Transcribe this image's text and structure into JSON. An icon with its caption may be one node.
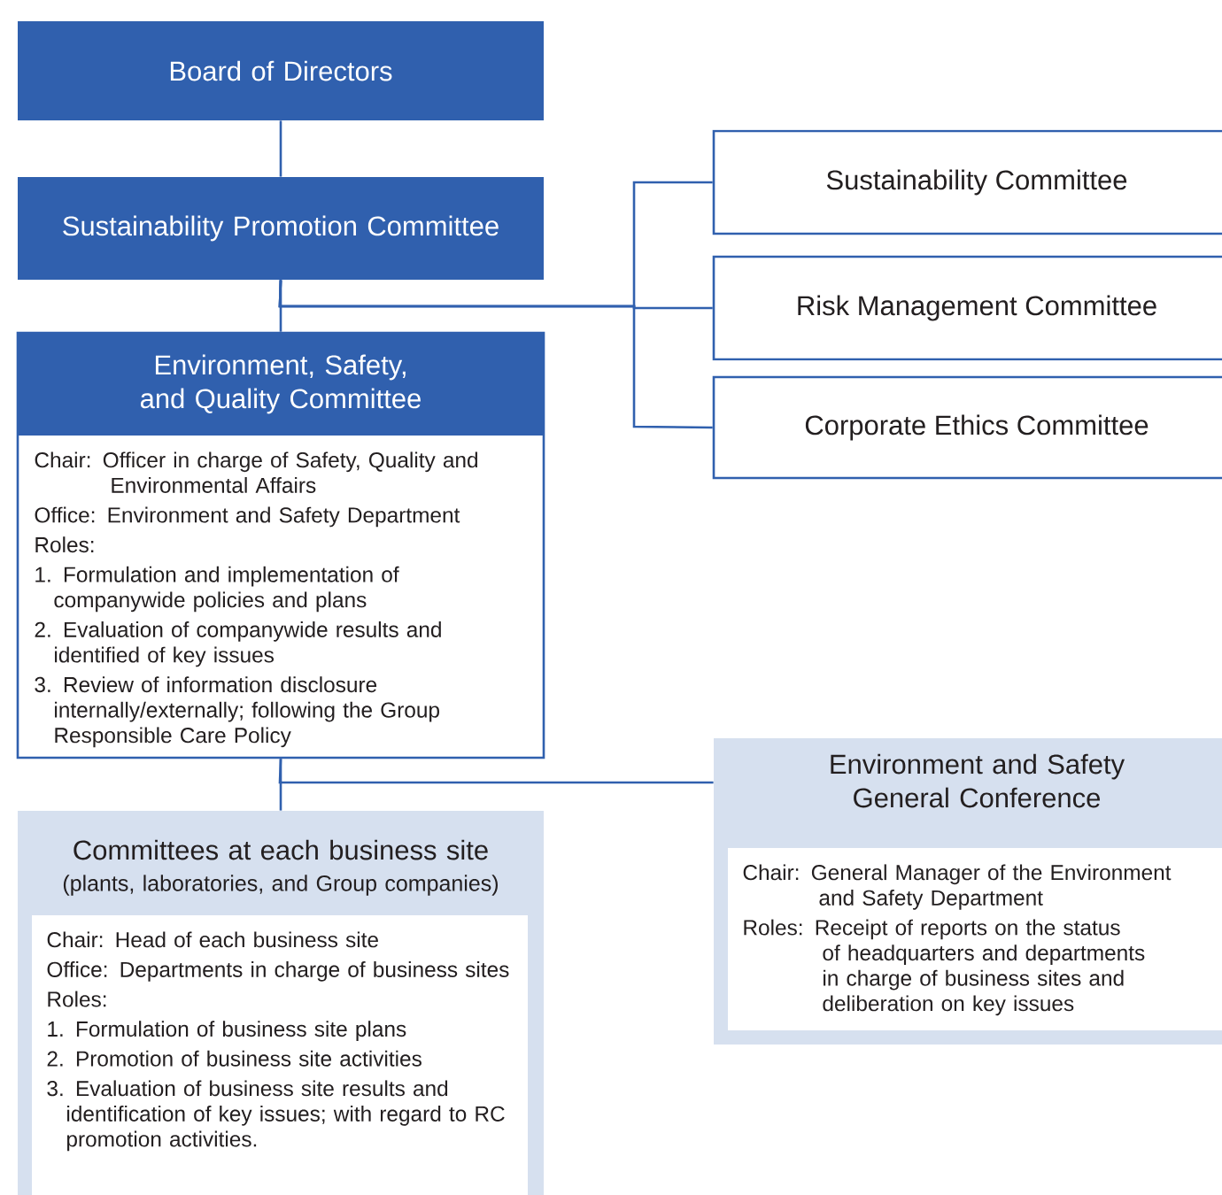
{
  "diagram": {
    "nodes": [
      {
        "text": [
          "Board of Directors"
        ]
      },
      {
        "text": [
          "Sustainability Promotion Committee"
        ]
      },
      {
        "text": [
          "Environment, Safety, and Quality Committee",
          "Chair: Officer in charge of Safety, Quality and Environmental Affairs",
          "Office: Environment and Safety Department",
          "Roles:",
          "1. Formulation and implementation of companywide policies and plans",
          "2. Evaluation of companywide results and identified of key issues",
          "3. Review of information disclosure internally/externally; following the Group Responsible Care Policy"
        ]
      },
      {
        "text": [
          "Sustainability Committee"
        ]
      },
      {
        "text": [
          "Risk Management Committee"
        ]
      },
      {
        "text": [
          "Corporate Ethics Committee"
        ]
      },
      {
        "text": [
          "Committees at each business site",
          "(plants, laboratories, and Group companies)",
          "Chair: Head of each business site",
          "Office: Departments in charge of business sites",
          "Roles:",
          "1. Formulation of business site plans",
          "2. Promotion of business site activities",
          "3. Evaluation of business site results and identification of key issues; with regard to RC promotion activities."
        ]
      },
      {
        "text": [
          "Environment and Safety General Conference",
          "Chair: General Manager of the Environment and Safety Department",
          "Roles: Receipt of reports on the status of headquarters and departments in charge of business sites and deliberation on key issues"
        ]
      }
    ],
    "edges": [
      {
        "from": 0,
        "to": 1,
        "arrow": "none"
      },
      {
        "from": 1,
        "to": 2,
        "arrow": "none"
      },
      {
        "from": 1,
        "to": 3,
        "arrow": "none"
      },
      {
        "from": 1,
        "to": 4,
        "arrow": "none"
      },
      {
        "from": 1,
        "to": 5,
        "arrow": "none"
      },
      {
        "from": 2,
        "to": 6,
        "arrow": "none"
      },
      {
        "from": 2,
        "to": 7,
        "arrow": "none"
      }
    ]
  }
}
